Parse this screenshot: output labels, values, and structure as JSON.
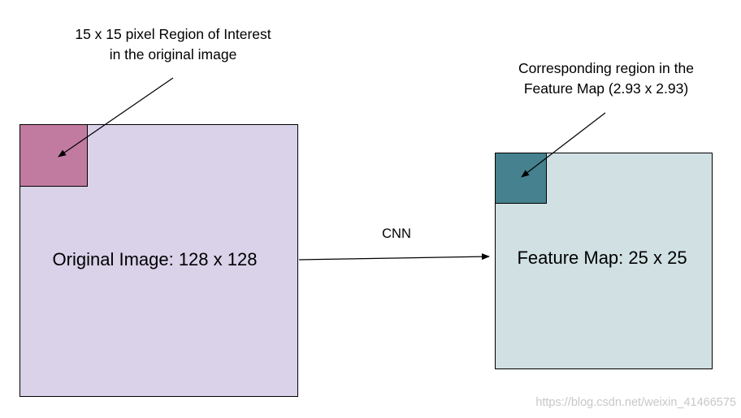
{
  "captions": {
    "roi_line1": "15 x 15 pixel Region of Interest",
    "roi_line2": "in the original image",
    "fm_line1": "Corresponding region in the",
    "fm_line2": "Feature Map (2.93 x 2.93)"
  },
  "boxes": {
    "original_label": "Original Image: 128 x 128",
    "feature_label": "Feature Map: 25 x 25"
  },
  "arrow": {
    "label": "CNN"
  },
  "watermark": "https://blog.csdn.net/weixin_41466575",
  "colors": {
    "original_fill": "#d9d2e9",
    "roi_fill": "#c27ba0",
    "feature_fill": "#d0e0e3",
    "fm_region_fill": "#45818e"
  }
}
